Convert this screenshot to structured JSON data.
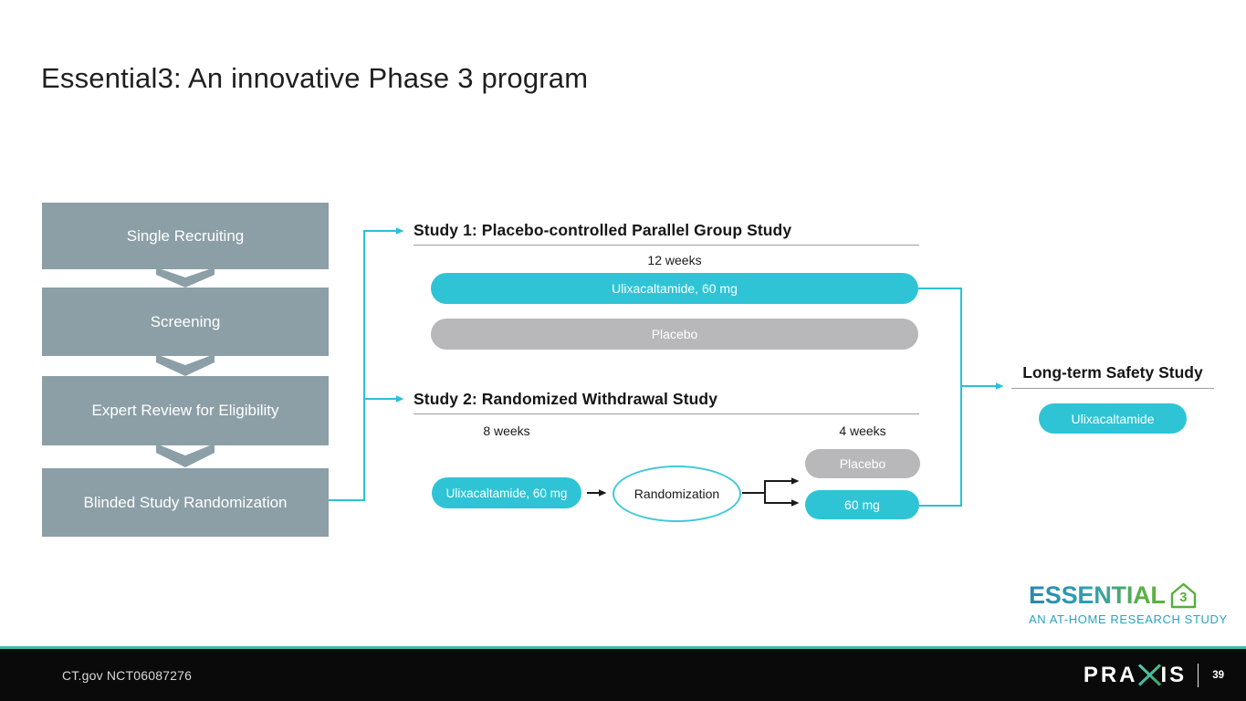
{
  "title": "Essential3: An innovative Phase 3 program",
  "funnel": {
    "steps": [
      "Single Recruiting",
      "Screening",
      "Expert Review for Eligibility",
      "Blinded Study Randomization"
    ]
  },
  "study1": {
    "title": "Study 1: Placebo-controlled Parallel Group Study",
    "duration": "12 weeks",
    "arm_active": "Ulixacaltamide, 60 mg",
    "arm_placebo": "Placebo"
  },
  "study2": {
    "title": "Study 2: Randomized Withdrawal Study",
    "duration_lead_in": "8 weeks",
    "duration_randomized": "4 weeks",
    "lead_in_arm": "Ulixacaltamide, 60 mg",
    "randomization_label": "Randomization",
    "arm_placebo": "Placebo",
    "arm_active": "60 mg"
  },
  "long_term_study": {
    "title": "Long-term Safety Study",
    "arm": "Ulixacaltamide"
  },
  "essential_logo": {
    "wordmark": "ESSENTIAL",
    "badge_number": "3",
    "tagline": "AN AT-HOME RESEARCH STUDY"
  },
  "footer": {
    "registry_id": "CT.gov NCT06087276",
    "praxis_prefix": "PRA",
    "praxis_suffix": "IS",
    "page_number": "39"
  },
  "colors": {
    "teal": "#2EC4D6",
    "line-teal": "#29C2D6",
    "ellipse-teal": "#3FC8D7",
    "pill-gray": "#B8B8BA",
    "box-gray": "#8C9FA7",
    "footer-accent": "#3DBCAA",
    "footer-bg": "#0A0A0A",
    "logo-blue": "#2B86AE",
    "logo-green": "#5BB03F",
    "logo-tagline": "#2BA2BE"
  }
}
